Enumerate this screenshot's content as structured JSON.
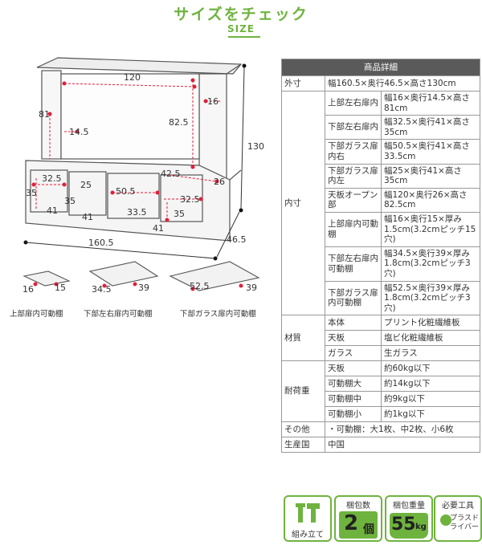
{
  "header": {
    "title": "サイズをチェック",
    "subtitle": "SIZE"
  },
  "diagram": {
    "dims": {
      "top_width": "120",
      "left_col_height": "81",
      "left_col_width": "14.5",
      "open_height": "82.5",
      "right_col_width": "16",
      "total_height": "130",
      "shelf_depth": "42.5",
      "shelf_gap": "26",
      "lower_left_w": "32.5",
      "lower_left_h": "35",
      "lower_left_d": "41",
      "glass_h": "35",
      "glass_w": "50.5",
      "glass_mid": "25",
      "glass_inner": "33.5",
      "glass_d1": "41",
      "lower_right_w": "32.5",
      "lower_right_h": "35",
      "lower_right_d": "41",
      "total_width": "160.5",
      "total_depth": "46.5"
    },
    "shelves": [
      {
        "caption": "上部扉内可動棚",
        "w": "16",
        "d": "15"
      },
      {
        "caption": "下部左右扉内可動棚",
        "w": "34.5",
        "d": "39"
      },
      {
        "caption": "下部ガラス扉内可動棚",
        "w": "52.5",
        "d": "39"
      }
    ]
  },
  "spec": {
    "heading": "商品詳細",
    "outer": {
      "label": "外寸",
      "value": "幅160.5×奥行46.5×高さ130cm"
    },
    "inner_label": "内寸",
    "inner": [
      {
        "label": "上部左右扉内",
        "value": "幅16×奥行14.5×高さ81cm"
      },
      {
        "label": "下部左右扉内",
        "value": "幅32.5×奥行41×高さ35cm"
      },
      {
        "label": "下部ガラス扉内右",
        "value": "幅50.5×奥行41×高さ33.5cm"
      },
      {
        "label": "下部ガラス扉内左",
        "value": "幅25×奥行41×高さ35cm"
      },
      {
        "label": "天板オープン部",
        "value": "幅120×奥行26×高さ82.5cm"
      },
      {
        "label": "上部扉内可動棚",
        "value": "幅16×奥行15×厚み1.5cm(3.2cmピッチ15穴)"
      },
      {
        "label": "下部左右扉内可動棚",
        "value": "幅34.5×奥行39×厚み1.8cm(3.2cmピッチ3穴)"
      },
      {
        "label": "下部ガラス扉内可動棚",
        "value": "幅52.5×奥行39×厚み1.8cm(3.2cmピッチ3穴)"
      }
    ],
    "material_label": "材質",
    "material": [
      {
        "label": "本体",
        "value": "プリント化粧繊維板"
      },
      {
        "label": "天板",
        "value": "塩ビ化粧繊維板"
      },
      {
        "label": "ガラス",
        "value": "生ガラス"
      }
    ],
    "load_label": "耐荷重",
    "load": [
      {
        "label": "天板",
        "value": "約60kg以下"
      },
      {
        "label": "可動棚大",
        "value": "約14kg以下"
      },
      {
        "label": "可動棚中",
        "value": "約9kg以下"
      },
      {
        "label": "可動棚小",
        "value": "約1kg以下"
      }
    ],
    "other": {
      "label": "その他",
      "value": "・可動棚：大1枚、中2枚、小6枚"
    },
    "origin": {
      "label": "生産国",
      "value": "中国"
    }
  },
  "icons": {
    "assembly": "組み立て",
    "package_count_label": "梱包数",
    "package_count": "2",
    "package_count_unit": "個",
    "package_weight_label": "梱包重量",
    "package_weight": "55",
    "package_weight_unit": "kg",
    "tools_label": "必要工具",
    "tools_value": "プラスドライバー"
  },
  "colors": {
    "accent": "#6fb33f",
    "dim_line": "#e0203a",
    "header_bg": "#5a5a5a"
  }
}
